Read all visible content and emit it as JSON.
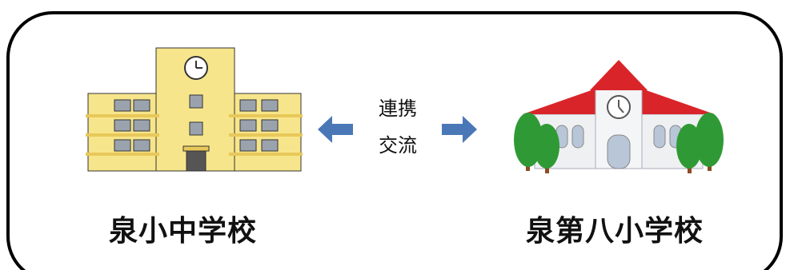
{
  "relation": {
    "line1": "連携",
    "line2": "交流"
  },
  "schools": {
    "left_name": "泉小中学校",
    "right_name": "泉第八小学校"
  },
  "icons": {
    "left_building": "middle-school-building-icon",
    "right_building": "elementary-school-building-icon",
    "left_arrow": "arrow-left-icon",
    "right_arrow": "arrow-right-icon"
  },
  "colors": {
    "arrow": "#4a78b7",
    "middle_school_wall": "#f7e58b",
    "elementary_roof": "#d9252a",
    "tree": "#2f9a35",
    "frame": "#000000"
  }
}
